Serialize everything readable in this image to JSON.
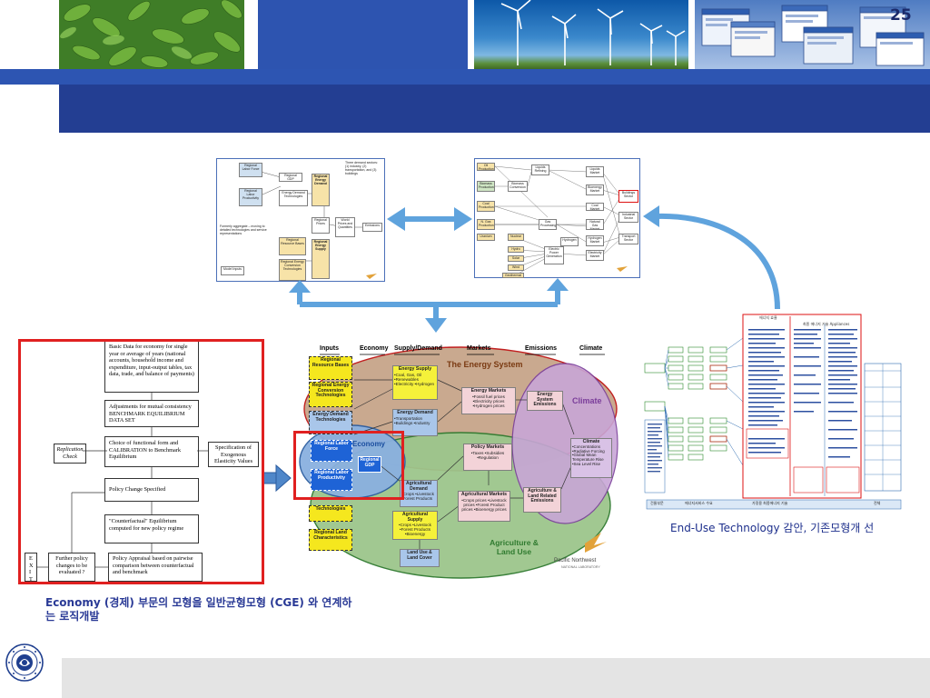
{
  "page_number": "25",
  "captions": {
    "cge": "Economy (경제) 부문의 모형을 일반균형모형 (CGE) 와 연계하는 로직개발",
    "enduse": "End-Use Technology 감안, 기존모형개 선"
  },
  "model_a": {
    "labels": [
      "Regional Labor Force",
      "Regional GDP",
      "Regional Labor Productivity",
      "Energy Demand Technologies",
      "Regional Energy Demand",
      "Three demand sectors: (1) industry, (2) transportation, and (3) buildings",
      "Regional Prices",
      "World Prices and Quantities",
      "Emissions",
      "Formerly aggregate – moving to detailed technologies and service representations",
      "Regional Resource Bases",
      "Regional Energy Conversion Technologies",
      "Regional Energy Supply",
      "Model Inputs"
    ]
  },
  "model_b": {
    "labels": [
      "Oil Production",
      "Biomass Production",
      "Biomass Conversion",
      "Coal Production",
      "N. Gas Production",
      "Uranium",
      "Nuclear",
      "Hydro",
      "Solar",
      "Wind",
      "Geothermal",
      "Liquids Refining",
      "Gas Processing",
      "Hydrogen",
      "Electric Power Generation",
      "Liquids Market",
      "Bioenergy Market",
      "Coal Market",
      "Natural Gas Market",
      "Hydrogen Market",
      "Electricity Market",
      "Buildings Sector",
      "Industrial Sector",
      "Transport Sector"
    ]
  },
  "cge_flow": {
    "basic_data": "Basic Data for economy for single year or average of years (national accounts, household income and expenditure, input-output tables, tax data, trade, and balance of payments)",
    "adjustments": "Adjustments for mutual consistency BENCHMARK EQUILIBRIUM DATA SET",
    "choice": "Choice of functional form and CALIBRATION to Benchmark Equilibrium",
    "replication": "Replication Check",
    "specification": "Specification of Exogenous Elasticity Values",
    "policy_change": "Policy Change Specified",
    "counterfactual": "\"Counterfactual\" Equilibrium computed for new policy regime",
    "exit": "EXIT",
    "further": "Further policy changes to be evaluated ?",
    "appraisal": "Policy Appraisal based on pairwise comparison between counterfactual and benchmark"
  },
  "framework": {
    "headers": [
      "Inputs",
      "Economy",
      "Supply/Demand",
      "Markets",
      "Emissions",
      "Climate"
    ],
    "inputs": [
      "Regional Resource Bases",
      "Regional Energy Conversion Technologies",
      "Energy Demand Technologies",
      "Regional Labor Force",
      "Regional Labor Productivity",
      "Technologies",
      "Regional Land Characteristics"
    ],
    "energy_system": "The Energy System",
    "economy": "Economy",
    "agriculture": "Agriculture & Land Use",
    "climate_label": "Climate",
    "regional_gdp": "Regional GDP",
    "energy_supply": "Energy Supply",
    "energy_supply_items": "•Coal, Gas, Oil •Renewables •Electricity •Hydrogen",
    "energy_demand": "Energy Demand",
    "energy_demand_items": "•Transportation •Buildings •Industry",
    "energy_markets": "Energy Markets",
    "energy_markets_items": "•Fossil fuel prices •Electricity prices •Hydrogen prices",
    "energy_emissions": "Energy System Emissions",
    "policy_markets": "Policy Markets",
    "policy_markets_items": "•Taxes •Subsidies •Regulation",
    "ag_demand": "Agricultural Demand",
    "ag_demand_items": "•Crops •Livestock •Forest Products",
    "ag_supply": "Agricultural Supply",
    "ag_supply_items": "•Crops •Livestock •Forest Products •Bioenergy",
    "ag_markets": "Agricultural Markets",
    "ag_markets_items": "•Crops prices •Livestock prices •Forest Product prices •Bioenergy prices",
    "ag_emissions": "Agriculture & Land Related Emissions",
    "land_use": "Land Use & Land Cover",
    "climate_box": "Climate",
    "climate_items": "•Concentrations •Radiative Forcing •Global Mean Temperature Rise •Sea Level Rise",
    "pnnl": "Pacific Northwest",
    "pnnl_sub": "NATIONAL LABORATORY"
  },
  "enduse_doc": {
    "header_left": "에너지 효율",
    "header_right": "최종 에너지 기술 Appliances",
    "bottom": [
      "건물부문",
      "에너지서비스 수요",
      "가정용 최종에너지 기술",
      "전체"
    ]
  },
  "colors": {
    "title_bar": "#233e92",
    "band": "#2d55b2",
    "caption": "#2a3a96",
    "highlight": "#e02020",
    "arrow": "#5fa3dd"
  }
}
